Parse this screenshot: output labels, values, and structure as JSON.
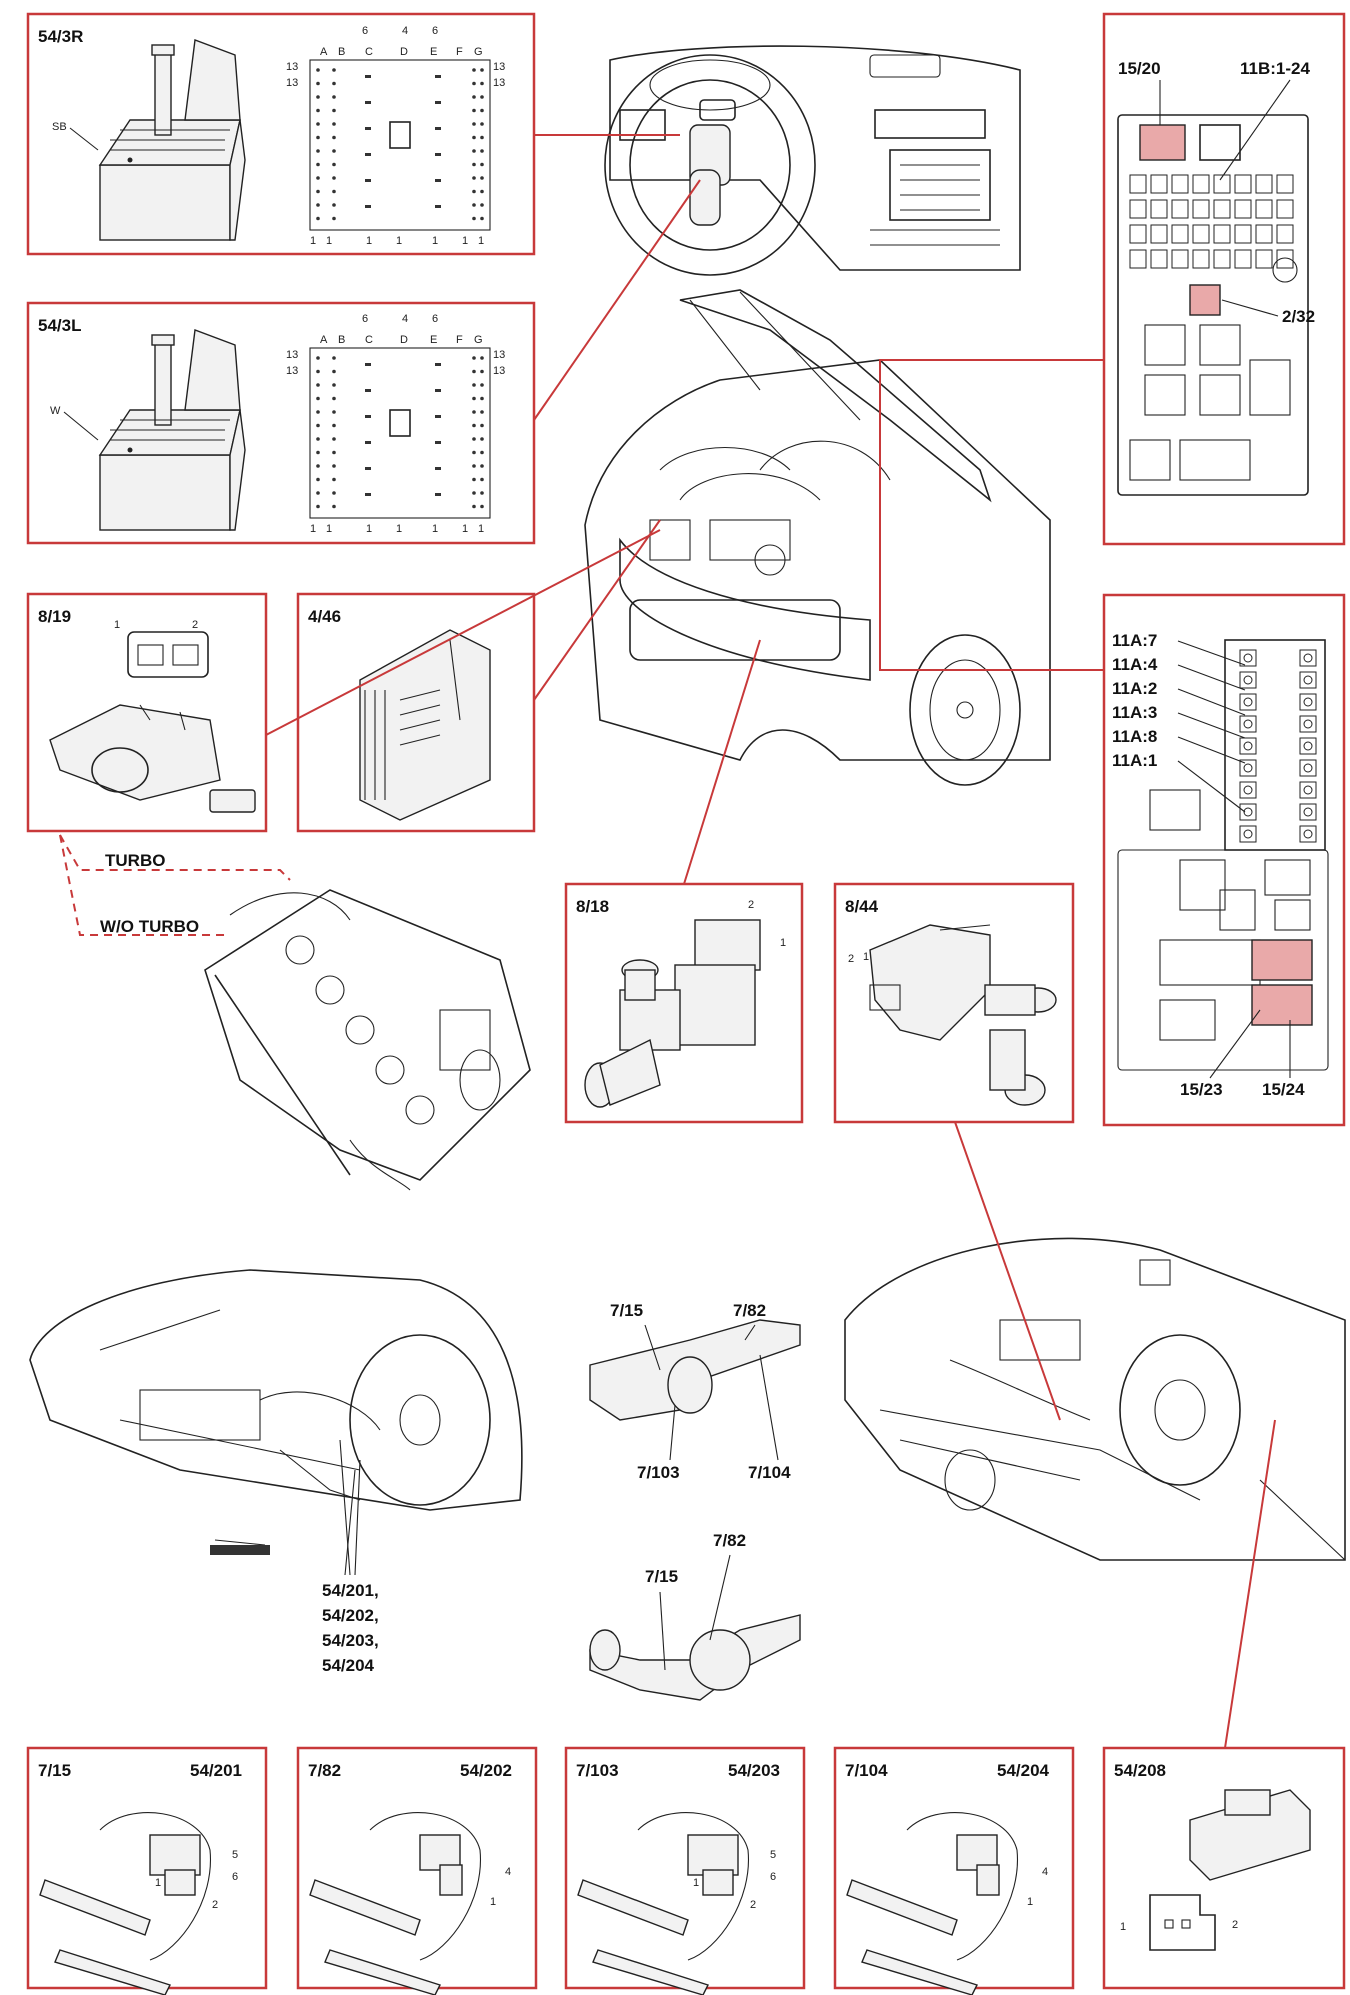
{
  "diagram": {
    "labels": {
      "p543r": "54/3R",
      "sb": "SB",
      "p543l": "54/3L",
      "w": "W",
      "p819": "8/19",
      "p446": "4/46",
      "p818": "8/18",
      "p844": "8/44",
      "fuse_main": "15/20",
      "fuse_11b": "11B:1-24",
      "fuse_232": "2/32",
      "a7": "11A:7",
      "a4": "11A:4",
      "a2": "11A:2",
      "a3": "11A:3",
      "a8": "11A:8",
      "a1": "11A:1",
      "c1523": "15/23",
      "c1524": "15/24",
      "turbo": "TURBO",
      "wo_turbo": "W/O TURBO",
      "u715": "7/15",
      "u782": "7/82",
      "u7103": "7/103",
      "u7104": "7/104",
      "l715": "7/15",
      "l782": "7/82",
      "conn_group": [
        "54/201,",
        "54/202,",
        "54/203,",
        "54/204"
      ],
      "b1_left": "7/15",
      "b1_right": "54/201",
      "b2_left": "7/82",
      "b2_right": "54/202",
      "b3_left": "7/103",
      "b3_right": "54/203",
      "b4_left": "7/104",
      "b4_right": "54/204",
      "b5": "54/208"
    },
    "pins": {
      "cols": [
        "A",
        "B",
        "C",
        "D",
        "E",
        "F",
        "G"
      ],
      "n13": "13",
      "n6": "6",
      "n4": "4",
      "n1": "1",
      "n2": "2",
      "n4b": "4",
      "n5": "5",
      "n6b": "6"
    }
  }
}
